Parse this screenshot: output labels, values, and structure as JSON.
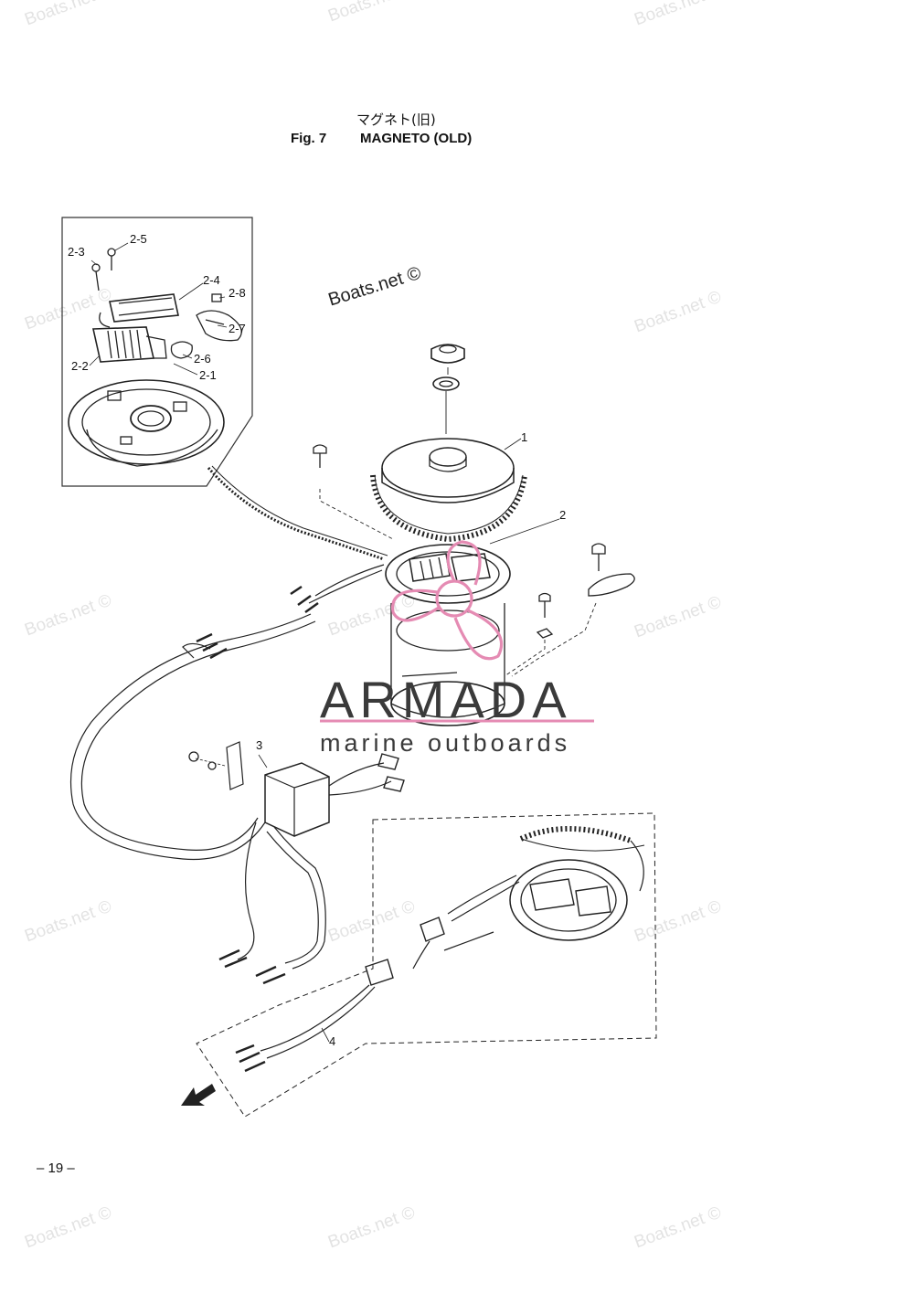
{
  "header": {
    "title_jp": "マグネト(旧)",
    "fig_label": "Fig. 7",
    "fig_name": "MAGNETO (OLD)"
  },
  "watermark": {
    "text": "Boats.net ©"
  },
  "stamp_text": "Boats.net ©",
  "logo": {
    "name": "ARMADA",
    "tagline": "marine outboards",
    "accent_color": "#e58bb3",
    "text_color": "#3a3a3a"
  },
  "callouts": {
    "c1": "1",
    "c2": "2",
    "c3": "3",
    "c4": "4",
    "c21": "2-1",
    "c22": "2-2",
    "c23": "2-3",
    "c24": "2-4",
    "c25": "2-5",
    "c26": "2-6",
    "c27": "2-7",
    "c28": "2-8"
  },
  "page_number": "– 19 –"
}
